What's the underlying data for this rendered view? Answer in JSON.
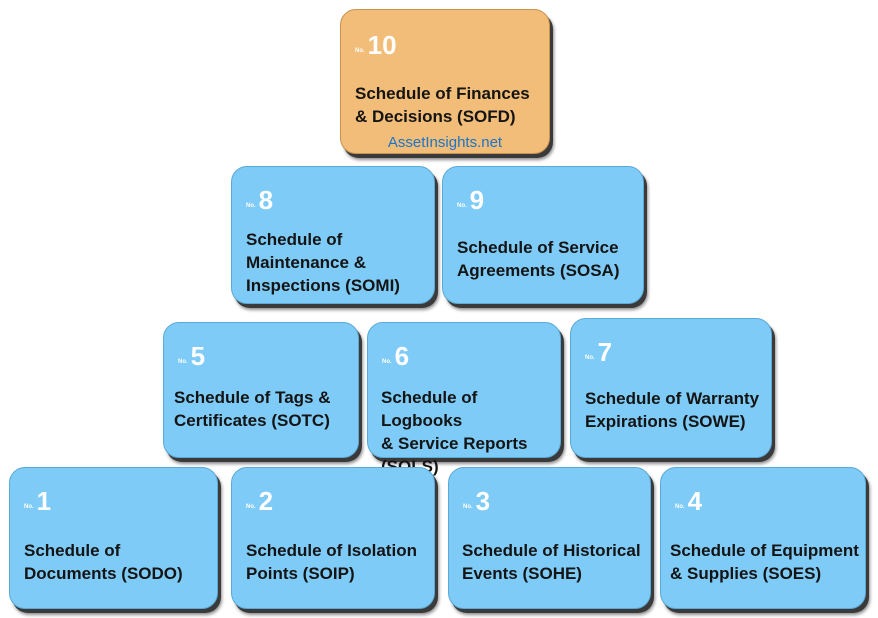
{
  "number_prefix": "No.",
  "schedules": {
    "s10": {
      "number": "10",
      "title": "Schedule of Finances\n& Decisions (SOFD)",
      "site": "AssetInsights.net"
    },
    "s8": {
      "number": "8",
      "title": "Schedule of\nMaintenance &\nInspections (SOMI)"
    },
    "s9": {
      "number": "9",
      "title": "Schedule of Service\nAgreements (SOSA)"
    },
    "s5": {
      "number": "5",
      "title": "Schedule of Tags &\nCertificates (SOTC)"
    },
    "s6": {
      "number": "6",
      "title": "Schedule of Logbooks\n& Service Reports\n(SOLS)"
    },
    "s7": {
      "number": "7",
      "title": "Schedule of Warranty\nExpirations (SOWE)"
    },
    "s1": {
      "number": "1",
      "title": "Schedule of\nDocuments (SODO)"
    },
    "s2": {
      "number": "2",
      "title": "Schedule of Isolation\nPoints (SOIP)"
    },
    "s3": {
      "number": "3",
      "title": "Schedule of Historical\nEvents (SOHE)"
    },
    "s4": {
      "number": "4",
      "title": "Schedule of Equipment\n& Supplies (SOES)"
    }
  }
}
